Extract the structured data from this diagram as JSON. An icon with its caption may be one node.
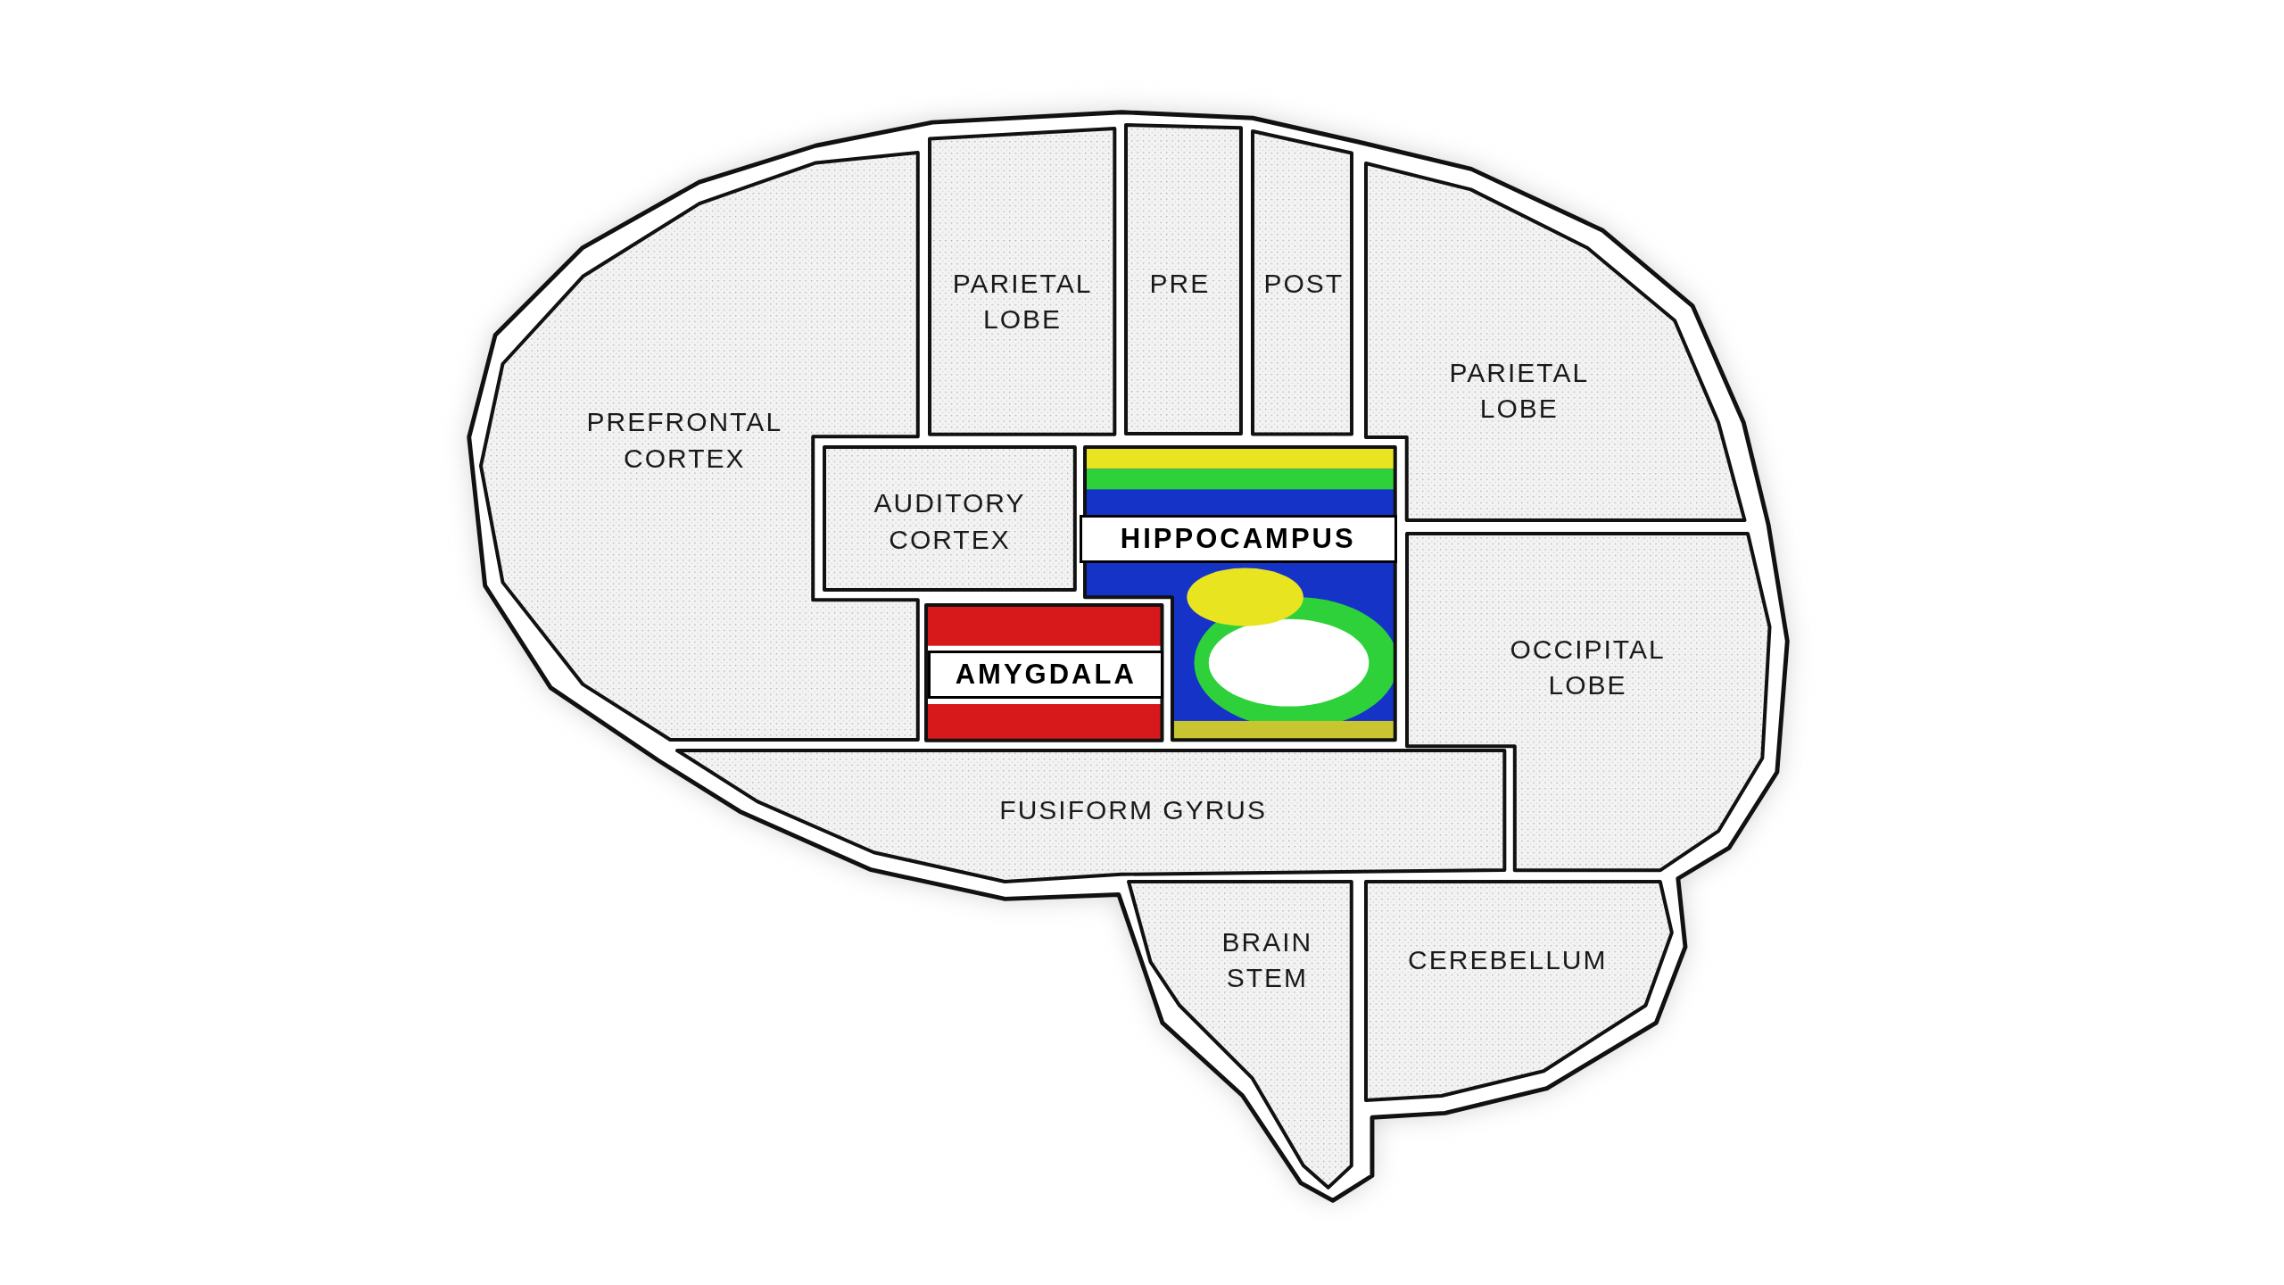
{
  "diagram": {
    "nodes": [
      {
        "text": [
          "PREFRONTAL CORTEX"
        ]
      },
      {
        "text": [
          "PARIETAL LOBE"
        ]
      },
      {
        "text": [
          "PRE"
        ]
      },
      {
        "text": [
          "POST"
        ]
      },
      {
        "text": [
          "PARIETAL LOBE"
        ]
      },
      {
        "text": [
          "AUDITORY CORTEX"
        ]
      },
      {
        "text": [
          "HIPPOCAMPUS"
        ]
      },
      {
        "text": [
          "AMYGDALA"
        ]
      },
      {
        "text": [
          "OCCIPITAL LOBE"
        ]
      },
      {
        "text": [
          "FUSIFORM GYRUS"
        ]
      },
      {
        "text": [
          "BRAIN STEM"
        ]
      },
      {
        "text": [
          "CEREBELLUM"
        ]
      }
    ]
  }
}
